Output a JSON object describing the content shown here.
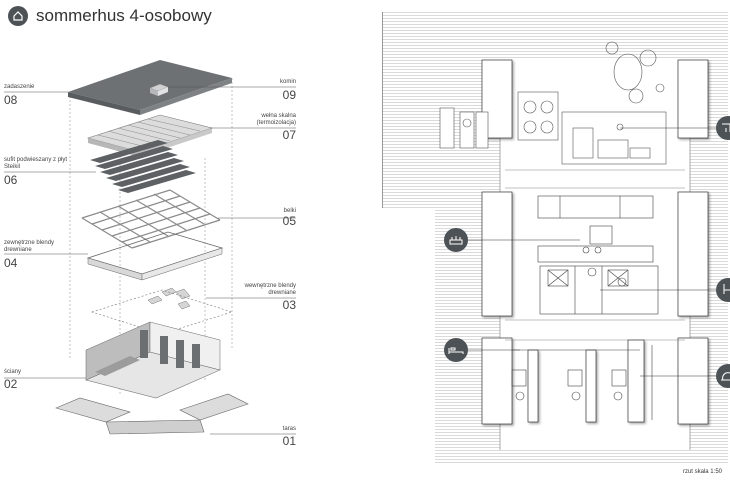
{
  "header": {
    "title": "sommerhus 4-osobowy"
  },
  "layers": [
    {
      "id": "08",
      "name": "zadaszenie",
      "side": "left"
    },
    {
      "id": "09",
      "name": "komin",
      "side": "right"
    },
    {
      "id": "07",
      "name": "wełna skalna (termoizolacja)",
      "side": "right"
    },
    {
      "id": "06",
      "name": "sufit podwieszany z płyt Steikil",
      "side": "left"
    },
    {
      "id": "05",
      "name": "belki",
      "side": "right"
    },
    {
      "id": "04",
      "name": "zewnętrzne blendy drewniane",
      "side": "left"
    },
    {
      "id": "03",
      "name": "wewnętrzne blendy drewniane",
      "side": "right"
    },
    {
      "id": "02",
      "name": "ściany",
      "side": "left"
    },
    {
      "id": "01",
      "name": "taras",
      "side": "right"
    }
  ],
  "plan": {
    "scale_label": "rzut skala 1:50",
    "icons": [
      "kitchen-icon",
      "bed-icon",
      "shower-icon",
      "toilet-icon",
      "shower-icon-2"
    ]
  },
  "colors": {
    "roof": "#6d7174",
    "icon_fill": "#4d5256",
    "line": "#555555"
  }
}
